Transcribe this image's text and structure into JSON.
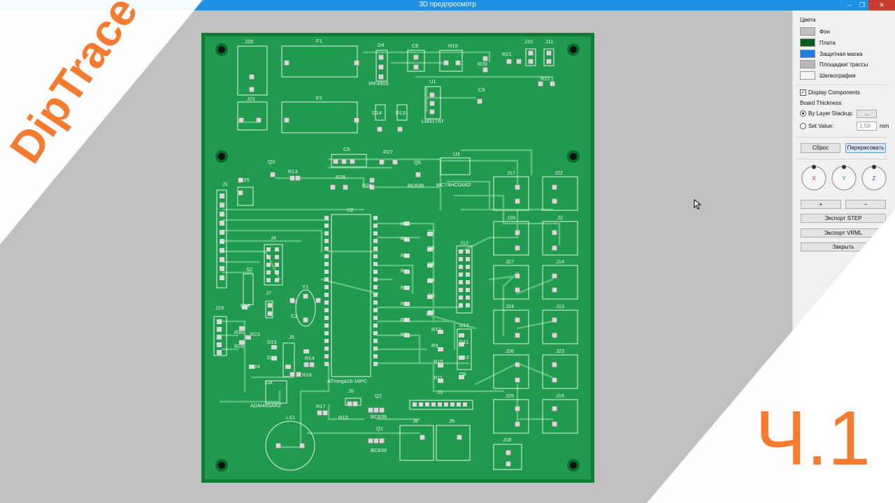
{
  "window": {
    "title": "3D предпросмотр",
    "controls": {
      "minimize": "–",
      "maximize": "❐",
      "close": "✕"
    }
  },
  "overlay": {
    "logo_text": "DipTrace",
    "part_text": "Ч.1",
    "colors": {
      "accent": "#f47b2f",
      "band": "#ffffff"
    }
  },
  "panel": {
    "colors_heading": "Цвета",
    "colors": [
      {
        "label": "Фон",
        "swatch": "#c0c0c0"
      },
      {
        "label": "Плата",
        "swatch": "#0a5a22"
      },
      {
        "label": "Защитная маска",
        "swatch": "#1f7fe0"
      },
      {
        "label": "Площадки/ трассы",
        "swatch": "#b8b8b8"
      },
      {
        "label": "Шелкография",
        "swatch": "#f4f4f4"
      }
    ],
    "display_components": "Display Components",
    "board_thickness": "Board Thickness",
    "by_layer_stackup": "By Layer Stackup",
    "stackup_button": "...",
    "set_value": "Set Value:",
    "thickness_value": "1,59",
    "thickness_unit": "mm",
    "reset_button": "Сброс",
    "redraw_button": "Перерисовать",
    "axes": [
      "X",
      "Y",
      "Z"
    ],
    "zoom_in_icon": "+",
    "zoom_out_icon": "−",
    "export_step": "Экспорт STEP",
    "export_vrml": "Экспорт VRML",
    "close_button": "Закрыть"
  },
  "pcb": {
    "board_color": "#1f9a4f",
    "edge_color": "#0f7d38",
    "labels": [
      "J28",
      "F1",
      "D4",
      "C6",
      "R19",
      "J10",
      "J11",
      "R20",
      "R21",
      "R22",
      "IRF4905",
      "U1",
      "C5",
      "J21",
      "F2",
      "D14",
      "D13",
      "LM317AT",
      "C6",
      "R27",
      "U3",
      "Q5",
      "Q3",
      "R13",
      "R28",
      "R26",
      "BC639",
      "MC74HC04AD",
      "J17",
      "J22",
      "R25",
      "J1",
      "U2",
      "J16",
      "J2",
      "R8",
      "D7",
      "R6",
      "D5",
      "J12",
      "J4",
      "R5",
      "D6",
      "R4",
      "D4",
      "R3",
      "J27",
      "J14",
      "S2",
      "D3",
      "R2",
      "J7",
      "Y1",
      "C1",
      "C2",
      "R16",
      "R1",
      "D2",
      "J24",
      "J13",
      "J19",
      "R7",
      "R12",
      "D12",
      "R30",
      "R23",
      "R9",
      "D11",
      "R29",
      "D15",
      "J5",
      "R14",
      "D10",
      "J26",
      "J23",
      "D16",
      "R24",
      "R10",
      "R18",
      "D9",
      "R11",
      "U4",
      "ATmega16-16PC",
      "ADM485ARZ",
      "J6",
      "J3",
      "Q2",
      "J25",
      "J15",
      "BC639",
      "R17",
      "R15",
      "LS1",
      "J8",
      "J9",
      "Q1",
      "BC639",
      "J18"
    ]
  }
}
